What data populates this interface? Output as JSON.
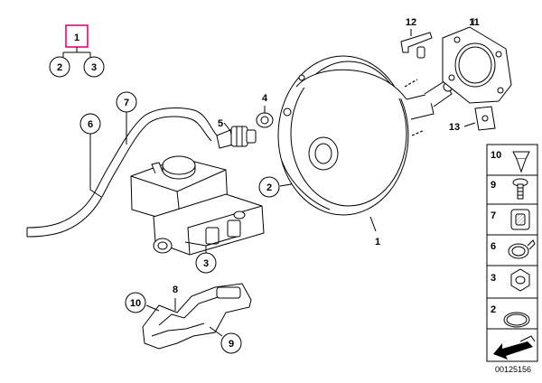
{
  "diagram": {
    "callouts": [
      {
        "id": "1-top",
        "label": "1"
      },
      {
        "id": "2-left",
        "label": "2"
      },
      {
        "id": "3-left",
        "label": "3"
      },
      {
        "id": "6",
        "label": "6"
      },
      {
        "id": "7",
        "label": "7"
      },
      {
        "id": "4",
        "label": "4"
      },
      {
        "id": "5",
        "label": "5"
      },
      {
        "id": "2-mid",
        "label": "2"
      },
      {
        "id": "3-mid",
        "label": "3"
      },
      {
        "id": "1-main",
        "label": "1"
      },
      {
        "id": "12",
        "label": "12"
      },
      {
        "id": "11",
        "label": "11"
      },
      {
        "id": "13",
        "label": "13"
      },
      {
        "id": "8",
        "label": "8"
      },
      {
        "id": "10",
        "label": "10"
      },
      {
        "id": "9",
        "label": "9"
      }
    ],
    "side_panel": [
      {
        "label": "10",
        "part": "push-rivet"
      },
      {
        "label": "9",
        "part": "bolt"
      },
      {
        "label": "7",
        "part": "grommet"
      },
      {
        "label": "6",
        "part": "hose-clamp"
      },
      {
        "label": "3",
        "part": "nut"
      },
      {
        "label": "2",
        "part": "o-ring"
      }
    ],
    "catalog_code": "00125156"
  }
}
